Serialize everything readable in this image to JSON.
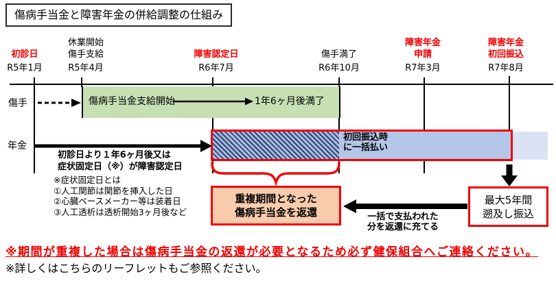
{
  "title": "傷病手当金と障害年金の併給調整の仕組み",
  "colors": {
    "accent_red": "#f00000",
    "sickness_bar_green": "#c6e0b4",
    "pension_bar_blue": "#b4c6e7",
    "pension_extension_blue": "#dae3f3",
    "hatch_navy": "#2f4576",
    "refund_box_peach": "#f8cbad"
  },
  "timeline": {
    "rows": {
      "sickness": "傷手",
      "pension": "年金"
    },
    "milestones": [
      {
        "label": "初診日",
        "date": "R5年1月",
        "emphasis": "red"
      },
      {
        "label": "休業開始\n傷手支給",
        "date": "R5年4月",
        "emphasis": "black"
      },
      {
        "label": "障害認定日",
        "date": "R6年7月",
        "emphasis": "red"
      },
      {
        "label": "傷手満了",
        "date": "R6年10月",
        "emphasis": "black"
      },
      {
        "label": "障害年金\n申請",
        "date": "R7年3月",
        "emphasis": "red"
      },
      {
        "label": "障害年金\n初回振込",
        "date": "R7年8月",
        "emphasis": "red"
      }
    ]
  },
  "sickness_bar": {
    "start_label": "傷病手当金支給開始",
    "end_label": "1年6ヶ月後満了"
  },
  "pension_bar": {
    "lump_sum_label": "初回振込時\nに一括払い"
  },
  "pension_notes": {
    "certification": "初診日より１年6ヶ月後又は\n症状固定日（※）が障害認定日",
    "fixed_date_note": "※症状固定日とは\n①人工関節は関節を挿入した日\n②心臓ペースメーカー等は装着日\n③人工透析は透析開始3ヶ月後など"
  },
  "refund_box_label": "重複期間となった\n傷病手当金を返還",
  "backpay_box_label": "最大5年間\n遡及し振込",
  "refund_arrow_label": "一括で支払われた\n分を返還に充てる",
  "footer": {
    "warning": "※期間が重複した場合は傷病手当金の返還が必要となるため必ず健保組合へご連絡ください。",
    "leaflet": "※詳しくはこちらのリーフレットもご参照ください。"
  }
}
